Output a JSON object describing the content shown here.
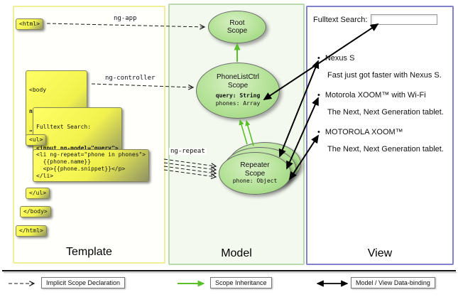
{
  "colors": {
    "code_box_yellow": "#f2f24e",
    "ellipse_green": "#b4e297",
    "inheritance_green": "#5abf2a",
    "template_border": "#f0ee96",
    "model_border": "#b9d9ae",
    "view_border": "#8181cc"
  },
  "arrows": {
    "ng_app": "ng-app",
    "ng_controller": "ng-controller",
    "ng_repeat": "ng-repeat"
  },
  "template": {
    "label": "Template",
    "html_open": "<html>",
    "body_line1": "<body",
    "body_line2": "ng-controller=",
    "body_line3": "\"PhoneListCtrl\">",
    "fulltext_line1": "Fulltext Search:",
    "fulltext_line2": "<input ng-model=\"query\">",
    "ul_open": "<ul>",
    "li_code": "<li ng-repeat=\"phone in phones\">\n  {{phone.name}}\n  <p>{{phone.snippet}}</p>\n</li>",
    "ul_close": "</ul>",
    "body_close": "</body>",
    "html_close": "</html>"
  },
  "model": {
    "label": "Model",
    "root_scope_title": "Root\nScope",
    "phonelist_title": "PhoneListCtrl\nScope",
    "phonelist_query": "query: String",
    "phonelist_phones": "phones: Array",
    "repeater_title": "Repeater\nScope",
    "repeater_phone": "phone: Object"
  },
  "view": {
    "label": "View",
    "search_label": "Fulltext Search:",
    "search_value": "",
    "items": [
      {
        "title": "Nexus S",
        "desc": "Fast just got faster with Nexus S."
      },
      {
        "title": "Motorola XOOM™ with Wi-Fi",
        "desc": "The Next, Next Generation tablet."
      },
      {
        "title": "MOTOROLA XOOM™",
        "desc": "The Next, Next Generation tablet."
      }
    ]
  },
  "legend": {
    "implicit": "Implicit Scope Declaration",
    "inheritance": "Scope Inheritance",
    "binding": "Model / View Data-binding"
  }
}
